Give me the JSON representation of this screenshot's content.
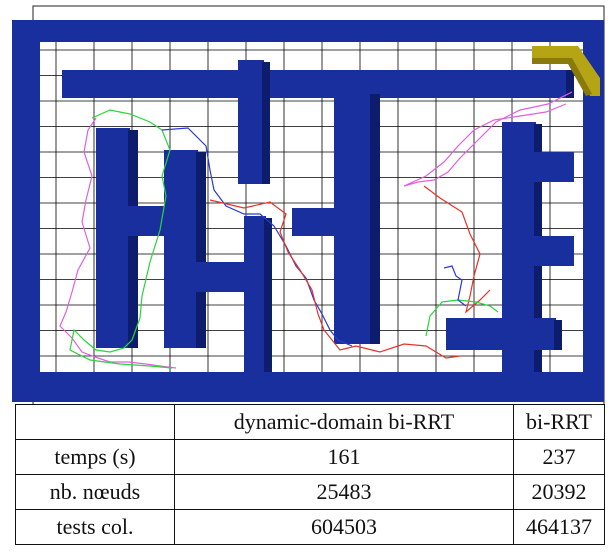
{
  "table": {
    "headers": [
      "",
      "dynamic-domain bi-RRT",
      "bi-RRT"
    ],
    "rows": [
      [
        "temps (s)",
        "161",
        "237"
      ],
      [
        "nb. nœuds",
        "25483",
        "20392"
      ],
      [
        "tests col.",
        "604503",
        "464137"
      ]
    ]
  },
  "colors": {
    "wall": "#1a2f9e",
    "wall_shade": "#0e1c6e",
    "grid": "#000000",
    "robot": "#b5a414",
    "path_red": "#e8322a",
    "path_green": "#2bd43a",
    "path_blue": "#2a3ad8",
    "path_magenta": "#e060e0"
  }
}
